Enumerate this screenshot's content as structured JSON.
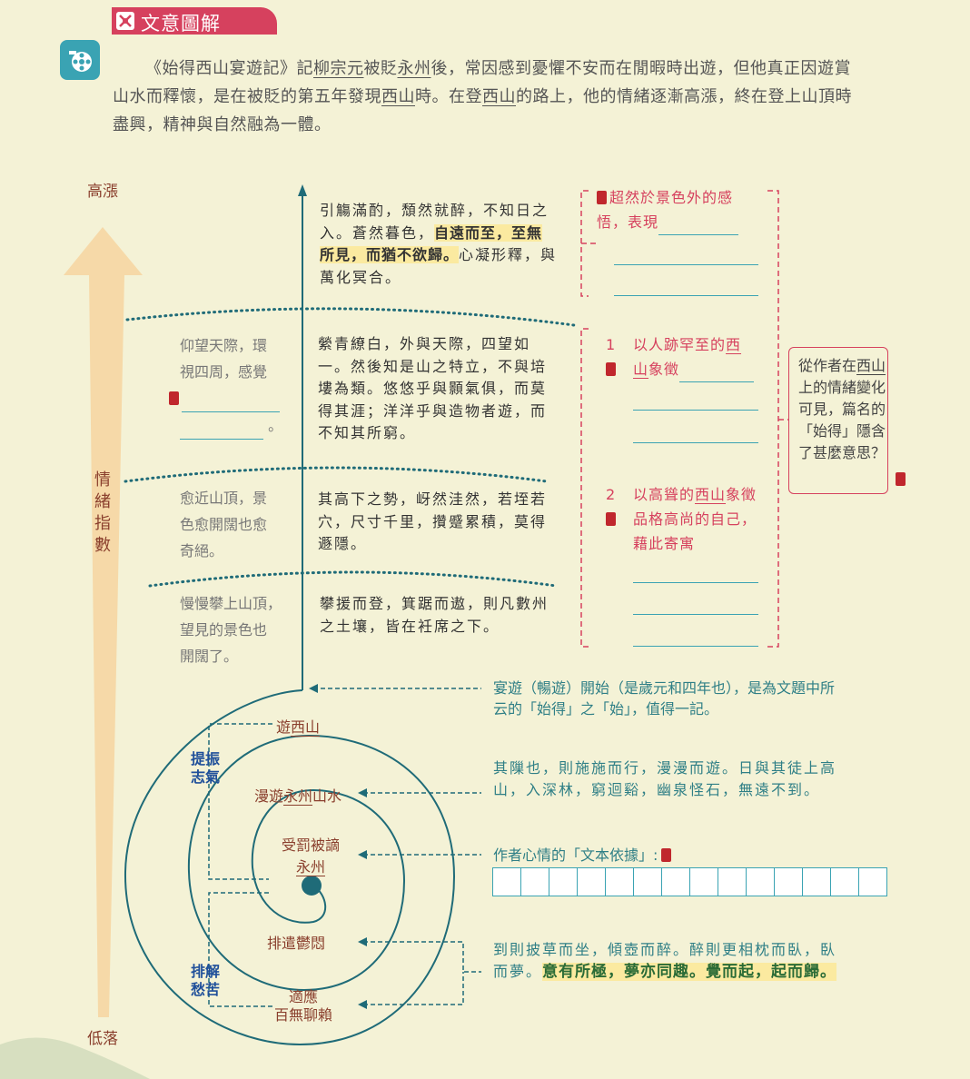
{
  "header": {
    "title": "文意圖解",
    "intro_parts": [
      "《始得西山宴遊記》記",
      "柳宗元",
      "被貶",
      "永州",
      "後，常因感到憂懼不安而在閒暇時出遊，但他真正因遊賞山水而釋懷，是在被貶的第五年發現",
      "西山",
      "時。在登",
      "西山",
      "的路上，他的情緒逐漸高漲，終在登上山頂時盡興，精神與自然融為一體。"
    ]
  },
  "axis": {
    "top": "高漲",
    "middle": "情緒指數",
    "bottom": "低落"
  },
  "stages": [
    {
      "note": [],
      "quote_parts": [
        "引觴滿酌，頹然就醉，不知日之入。蒼然暮色，",
        "自遠而至，至無所見，而猶不欲歸。",
        "心凝形釋，與萬化冥合。"
      ]
    },
    {
      "note": [
        "仰望天際，環",
        "視四周，感覺"
      ],
      "note_end": "。",
      "quote": "縈青繚白，外與天際，四望如一。然後知是山之特立，不與培塿為類。悠悠乎與顥氣俱，而莫得其涯；洋洋乎與造物者遊，而不知其所窮。"
    },
    {
      "note": [
        "愈近山頂，景",
        "色愈開闊也愈",
        "奇絕。"
      ],
      "quote": "其高下之勢，岈然洼然，若垤若穴，尺寸千里，攢蹙累積，莫得遯隱。"
    },
    {
      "note": [
        "慢慢攀上山頂，",
        "望見的景色也",
        "開闊了。"
      ],
      "quote": "攀援而登，箕踞而遨，則凡數州之土壤，皆在衽席之下。"
    }
  ],
  "right_notes": {
    "top": [
      "超然於景色外的感",
      "悟，表現"
    ],
    "n1_num": "1",
    "n1": [
      "以人跡罕至的",
      "西",
      "山",
      "象徵"
    ],
    "n2_num": "2",
    "n2": [
      "以高聳的",
      "西山",
      "象徵品格高尚的自己，藉此寄寓"
    ]
  },
  "question_box": {
    "parts": [
      "從作者在",
      "西山",
      "上的情緒變化可見，篇名的「始得」隱含了甚麼意思？"
    ]
  },
  "spiral": {
    "labels": {
      "visit": [
        "遊",
        "西山"
      ],
      "wander": [
        "漫遊",
        "永州",
        "山水"
      ],
      "punished": "受罰被謫",
      "yongzhou": "永州",
      "relieve": "排遣鬱悶",
      "adapt1": "適應",
      "adapt2": "百無聊賴"
    },
    "side_labels": {
      "spirit": [
        "提振",
        "志氣"
      ],
      "relief": [
        "排解",
        "愁苦"
      ]
    }
  },
  "annotations": {
    "banquet": "宴遊（暢遊）開始（是歲元和四年也），是為文題中所云的「始得」之「始」，值得一記。",
    "wander_quote": "其隟也，則施施而行，漫漫而遊。日與其徒上高山，入深林，窮迴谿，幽泉怪石，無遠不到。",
    "basis": "作者心情的「文本依據」:",
    "drunk_plain": "到則披草而坐，傾壺而醉。醉則更相枕而臥，臥而夢。",
    "drunk_hl": "意有所極，夢亦同趣。覺而起，起而歸。"
  },
  "colors": {
    "accent": "#d6415e",
    "teal": "#3aa3b3",
    "axis_brown": "#8a3f2d",
    "arrow_fill": "#f6d9a8",
    "highlight": "#fbeaa0"
  }
}
